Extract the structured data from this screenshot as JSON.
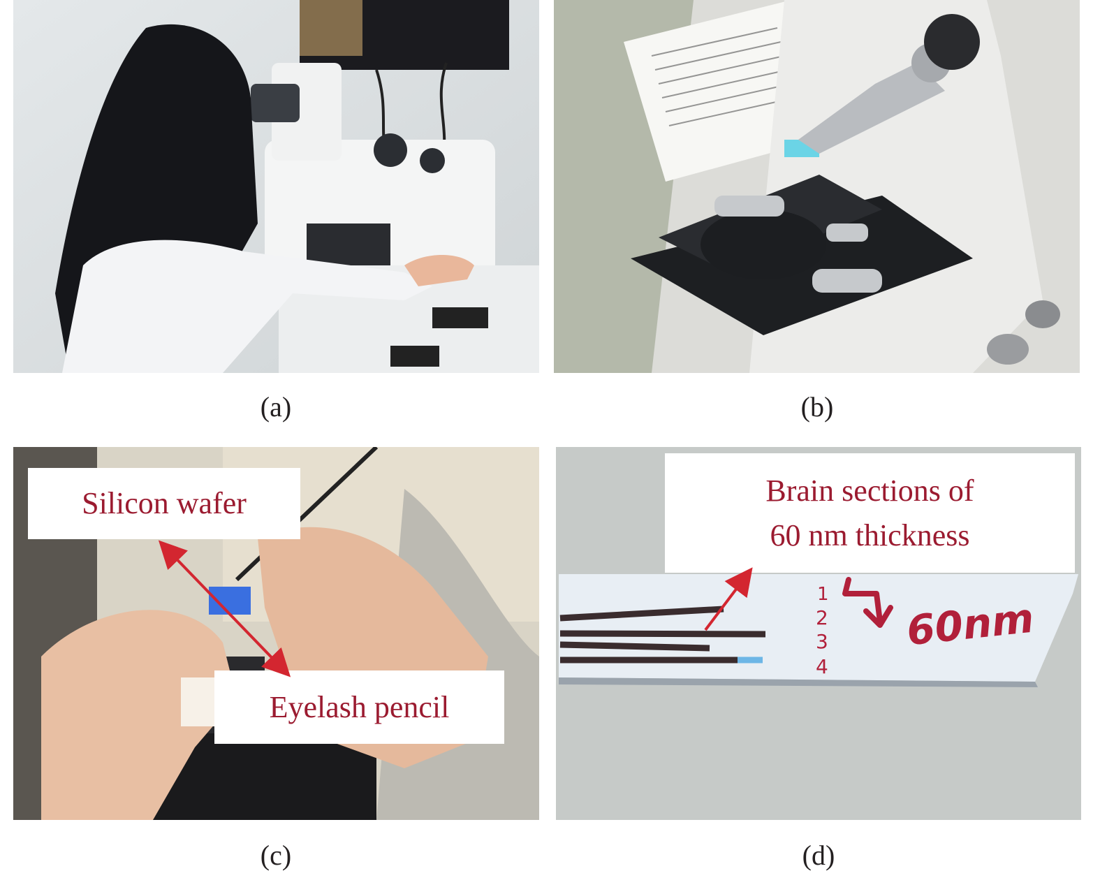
{
  "panels": [
    {
      "id": "a",
      "caption": "(a)",
      "subject": "researcher operating an ultramicrotome with microscope"
    },
    {
      "id": "b",
      "caption": "(b)",
      "subject": "ultramicrotome specimen holder and knife stage"
    },
    {
      "id": "c",
      "caption": "(c)",
      "subject": "collecting sections with eyelash pencil onto silicon wafer",
      "annotations": [
        "Silicon wafer",
        "Eyelash pencil"
      ]
    },
    {
      "id": "d",
      "caption": "(d)",
      "subject": "silicon wafer with rows of brain sections",
      "annotations": [
        "Brain sections of",
        "60 nm thickness"
      ],
      "handwriting": [
        "1",
        "2",
        "3",
        "4",
        "60nm"
      ]
    }
  ],
  "colors": {
    "annotation_text": "#9b1b30",
    "arrow": "#d32630",
    "caption": "#231f20"
  }
}
